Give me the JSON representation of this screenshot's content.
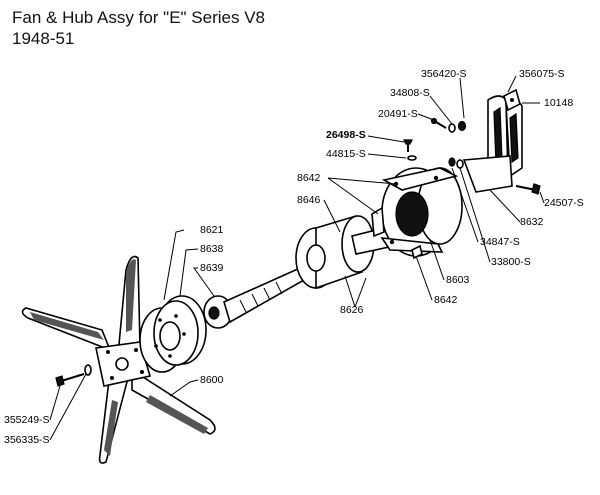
{
  "title": {
    "line1": "Fan & Hub Assy for \"E\" Series V8",
    "line2": "1948-51"
  },
  "parts": {
    "p356420": "356420-S",
    "p356075": "356075-S",
    "p34808": "34808-S",
    "p10148": "10148",
    "p20491": "20491-S",
    "p26498": "26498-S",
    "p44815": "44815-S",
    "p8642a": "8642",
    "p8646": "8646",
    "p24507": "24507-S",
    "p8632": "8632",
    "p8621": "8621",
    "p34847": "34847-S",
    "p8638": "8638",
    "p33800": "33800-S",
    "p8639": "8639",
    "p8603": "8603",
    "p8642b": "8642",
    "p8626": "8626",
    "p8600": "8600",
    "p355249": "355249-S",
    "p356335": "356335-S"
  }
}
